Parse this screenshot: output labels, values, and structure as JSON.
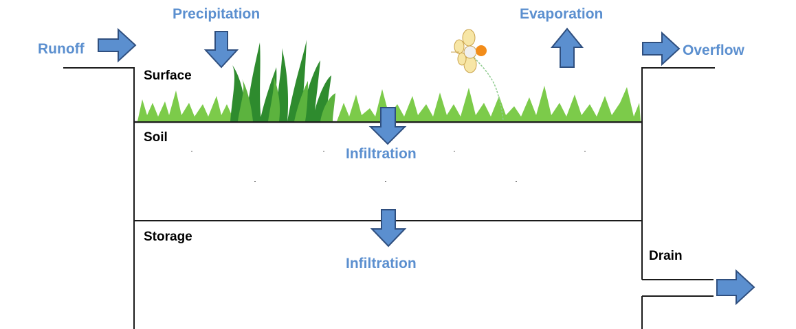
{
  "colors": {
    "flow_label": "#5B8FCF",
    "arrow_fill": "#5B8FCF",
    "arrow_stroke": "#2F4F7F",
    "outline": "#1a1a1a",
    "grass_dark": "#2E8B2E",
    "grass_light": "#7CCB4A",
    "flower_petal": "#F2D675",
    "flower_center": "#F28C1A"
  },
  "flows": {
    "runoff": "Runoff",
    "precipitation": "Precipitation",
    "evaporation": "Evaporation",
    "overflow": "Overflow",
    "infiltration_surface": "Infiltration",
    "infiltration_storage": "Infiltration"
  },
  "layers": {
    "surface": "Surface",
    "soil": "Soil",
    "storage": "Storage",
    "drain": "Drain"
  },
  "icons": {
    "runoff_arrow": "arrow-right-icon",
    "precipitation_arrow": "arrow-down-icon",
    "evaporation_arrow": "arrow-up-icon",
    "overflow_arrow": "arrow-right-icon",
    "infiltration_arrow": "arrow-down-icon",
    "drain_arrow": "arrow-right-icon",
    "grass": "grass-icon",
    "flower": "flower-icon"
  }
}
